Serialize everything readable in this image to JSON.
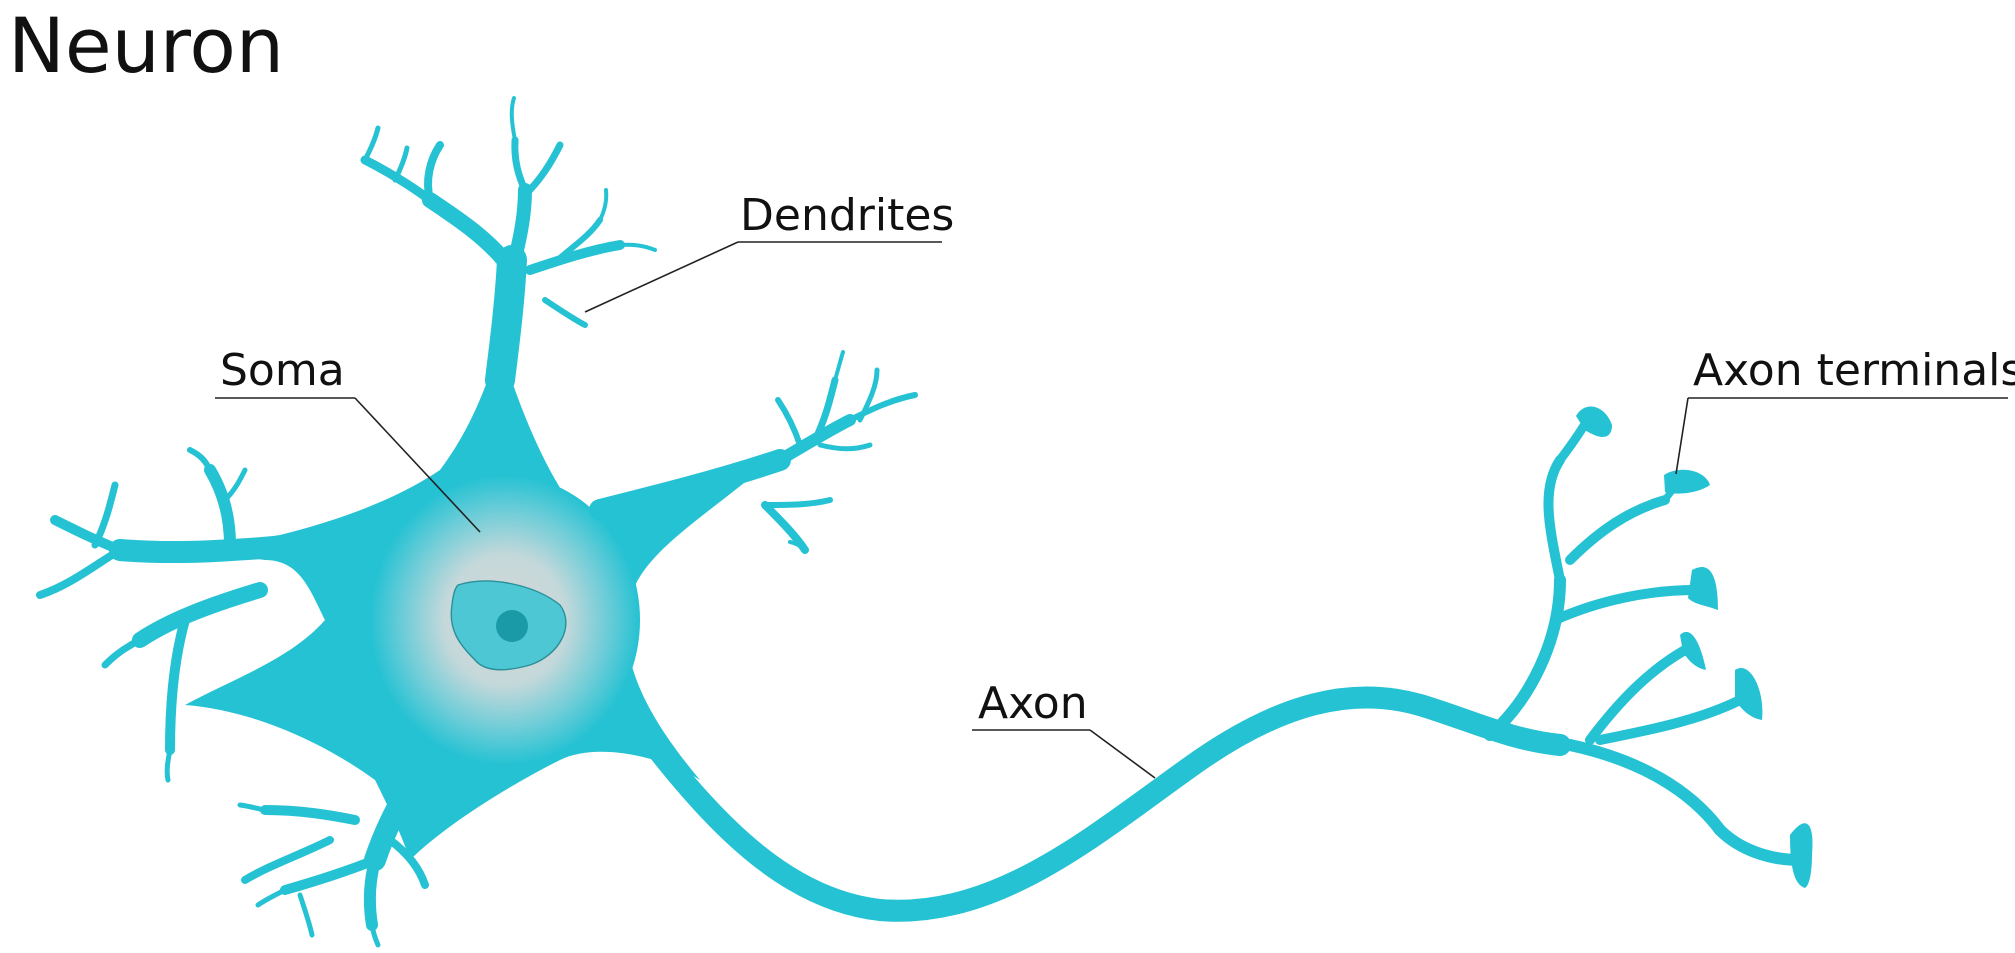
{
  "title": "Neuron",
  "labels": {
    "dendrites": "Dendrites",
    "soma": "Soma",
    "axon": "Axon",
    "axon_terminals": "Axon terminals"
  },
  "colors": {
    "cell": "#25c2d3",
    "soma_center": "#d6d6d6",
    "nucleus": "#4dc7d3",
    "nucleolus": "#1a9aa6",
    "text": "#111111",
    "background": "#ffffff"
  }
}
